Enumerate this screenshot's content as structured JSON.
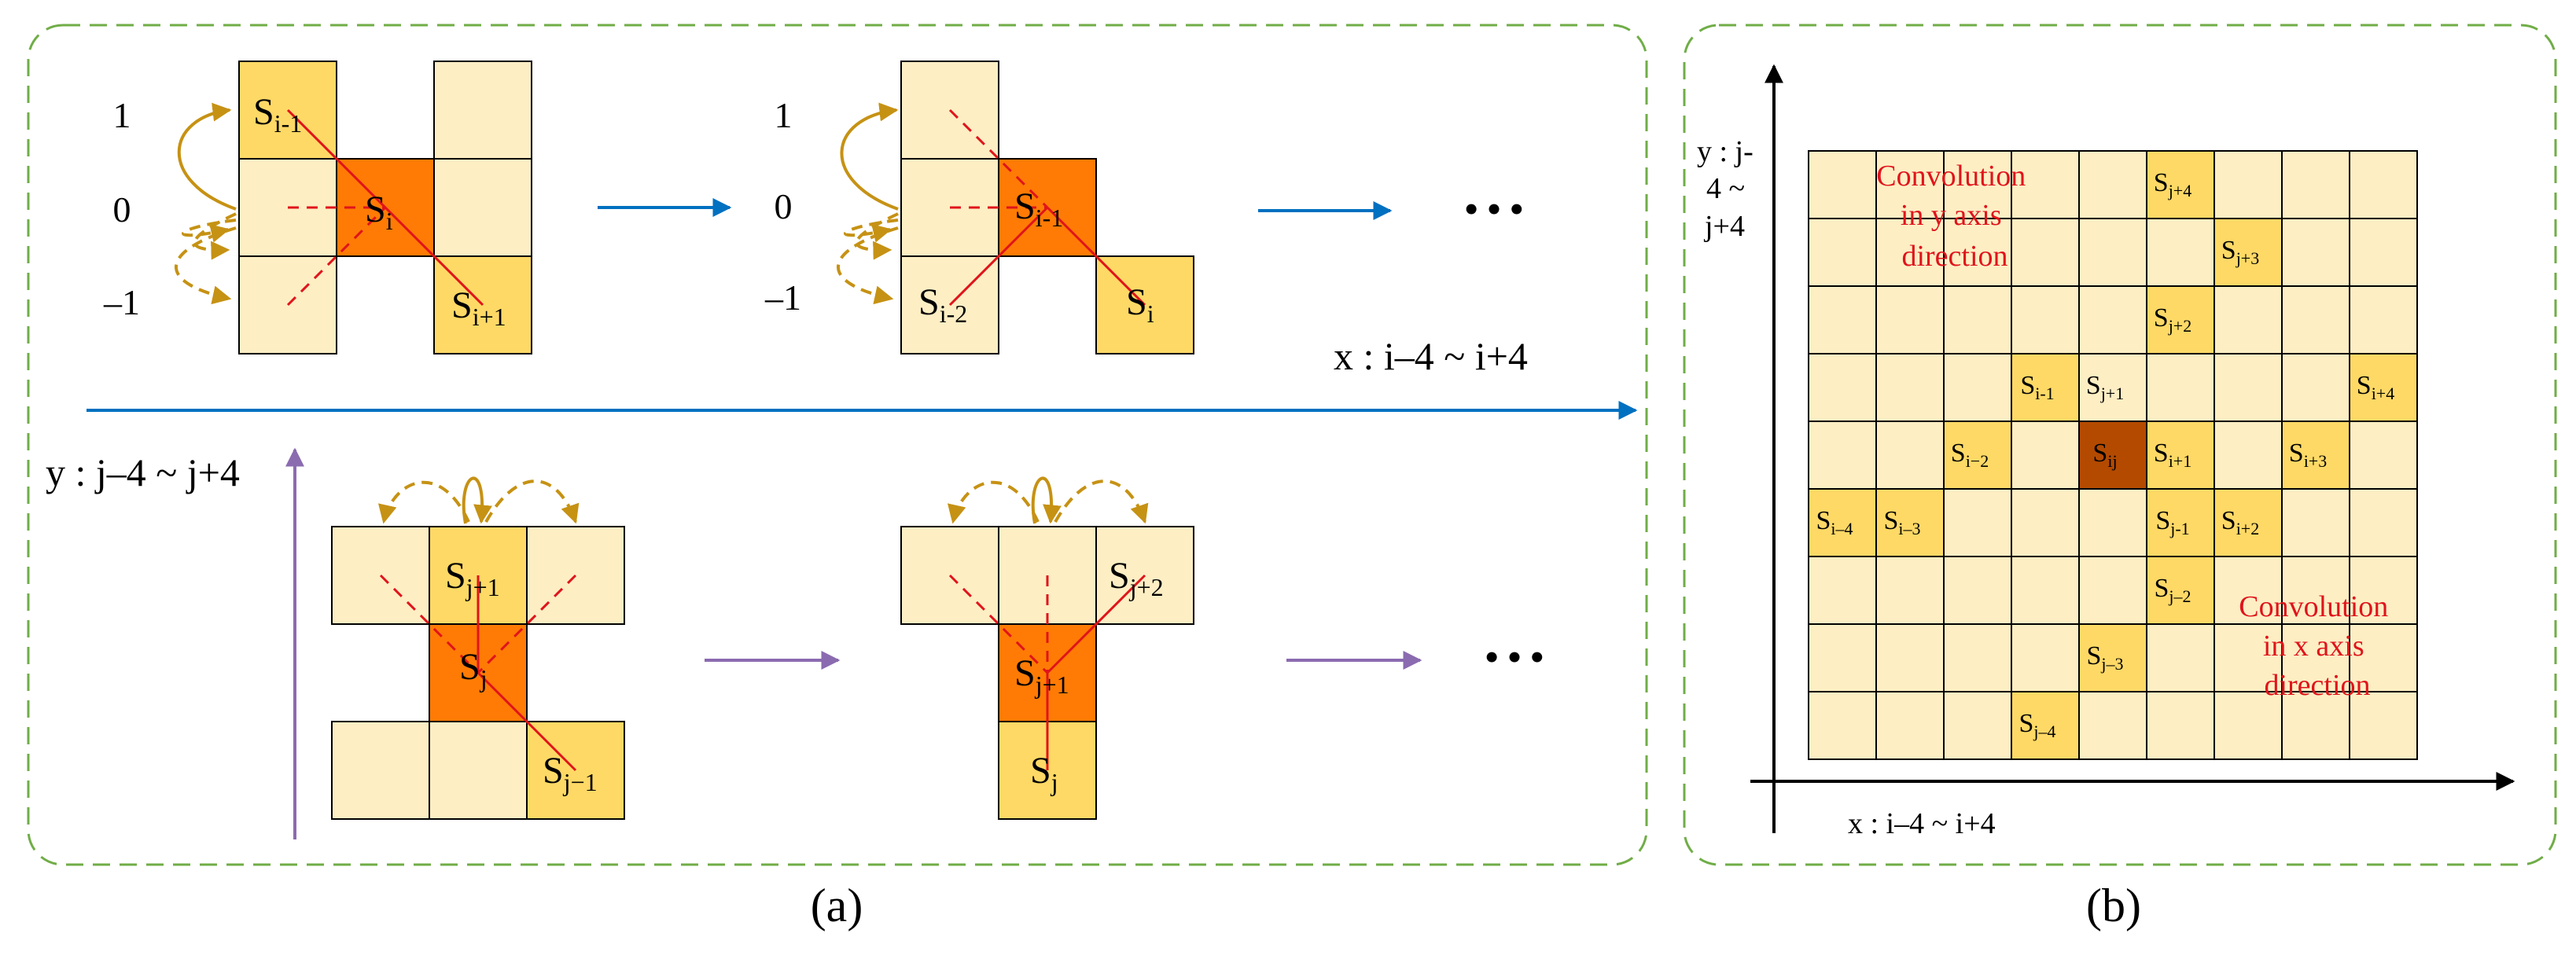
{
  "panel_a": {
    "caption": "(a)",
    "top_row": {
      "stage1": {
        "labels": [
          "1",
          "0",
          "–1"
        ],
        "cells": {
          "s_prev": "S",
          "s_prev_sub": "i-1",
          "s_center": "S",
          "s_center_sub": "i",
          "s_next": "S",
          "s_next_sub": "i+1"
        }
      },
      "stage2": {
        "labels": [
          "1",
          "0",
          "–1"
        ],
        "cells": {
          "s_center": "S",
          "s_center_sub": "i-1",
          "s_prev": "S",
          "s_prev_sub": "i-2",
          "s_next": "S",
          "s_next_sub": "i"
        }
      },
      "ellipsis": "• • •",
      "axis_label": "x : i–4 ~ i+4"
    },
    "bottom_row": {
      "axis_label": "y : j–4 ~ j+4",
      "stage1": {
        "cells": {
          "s_top": "S",
          "s_top_sub": "j+1",
          "s_center": "S",
          "s_center_sub": "j",
          "s_bottom": "S",
          "s_bottom_sub": "j−1"
        }
      },
      "stage2": {
        "cells": {
          "s_top": "S",
          "s_top_sub": "j+2",
          "s_center": "S",
          "s_center_sub": "j+1",
          "s_bottom": "S",
          "s_bottom_sub": "j"
        }
      },
      "ellipsis": "• • •"
    }
  },
  "panel_b": {
    "caption": "(b)",
    "y_axis_label": [
      "y : j-",
      "4 ~",
      "j+4"
    ],
    "x_axis_label": "x : i–4 ~ i+4",
    "note_y": [
      "Convolution",
      "in y axis",
      "direction"
    ],
    "note_x": [
      "Convolution",
      "in x axis",
      "direction"
    ],
    "grid_cells": [
      {
        "row": 0,
        "col": 5,
        "base": "S",
        "sub": "j+4",
        "kind": "mid"
      },
      {
        "row": 1,
        "col": 6,
        "base": "S",
        "sub": "j+3",
        "kind": "mid"
      },
      {
        "row": 2,
        "col": 5,
        "base": "S",
        "sub": "j+2",
        "kind": "mid"
      },
      {
        "row": 3,
        "col": 3,
        "base": "S",
        "sub": "i-1",
        "kind": "mid"
      },
      {
        "row": 3,
        "col": 4,
        "base": "S",
        "sub": "j+1",
        "kind": "light"
      },
      {
        "row": 3,
        "col": 8,
        "base": "S",
        "sub": "i+4",
        "kind": "mid"
      },
      {
        "row": 4,
        "col": 2,
        "base": "S",
        "sub": "i−2",
        "kind": "mid"
      },
      {
        "row": 4,
        "col": 4,
        "base": "S",
        "sub": "ij",
        "kind": "dark"
      },
      {
        "row": 4,
        "col": 5,
        "base": "S",
        "sub": "i+1",
        "kind": "mid"
      },
      {
        "row": 4,
        "col": 7,
        "base": "S",
        "sub": "i+3",
        "kind": "mid"
      },
      {
        "row": 5,
        "col": 0,
        "base": "S",
        "sub": "i–4",
        "kind": "mid"
      },
      {
        "row": 5,
        "col": 1,
        "base": "S",
        "sub": "i–3",
        "kind": "mid"
      },
      {
        "row": 5,
        "col": 5,
        "base": "S",
        "sub": "j-1",
        "kind": "mid"
      },
      {
        "row": 5,
        "col": 6,
        "base": "S",
        "sub": "i+2",
        "kind": "mid"
      },
      {
        "row": 6,
        "col": 5,
        "base": "S",
        "sub": "j–2",
        "kind": "mid"
      },
      {
        "row": 7,
        "col": 4,
        "base": "S",
        "sub": "j–3",
        "kind": "mid"
      },
      {
        "row": 8,
        "col": 3,
        "base": "S",
        "sub": "j–4",
        "kind": "mid"
      }
    ]
  },
  "colors": {
    "cell_light": "#fdeec4",
    "cell_mid": "#fed966",
    "cell_center": "#ff7b05",
    "cell_dark": "#b34a00",
    "border_dashed": "#70ad47",
    "arrow_gold": "#c69214",
    "arrow_blue": "#0070c0",
    "arrow_purple": "#8b6bb0",
    "line_red": "#e0141b"
  }
}
